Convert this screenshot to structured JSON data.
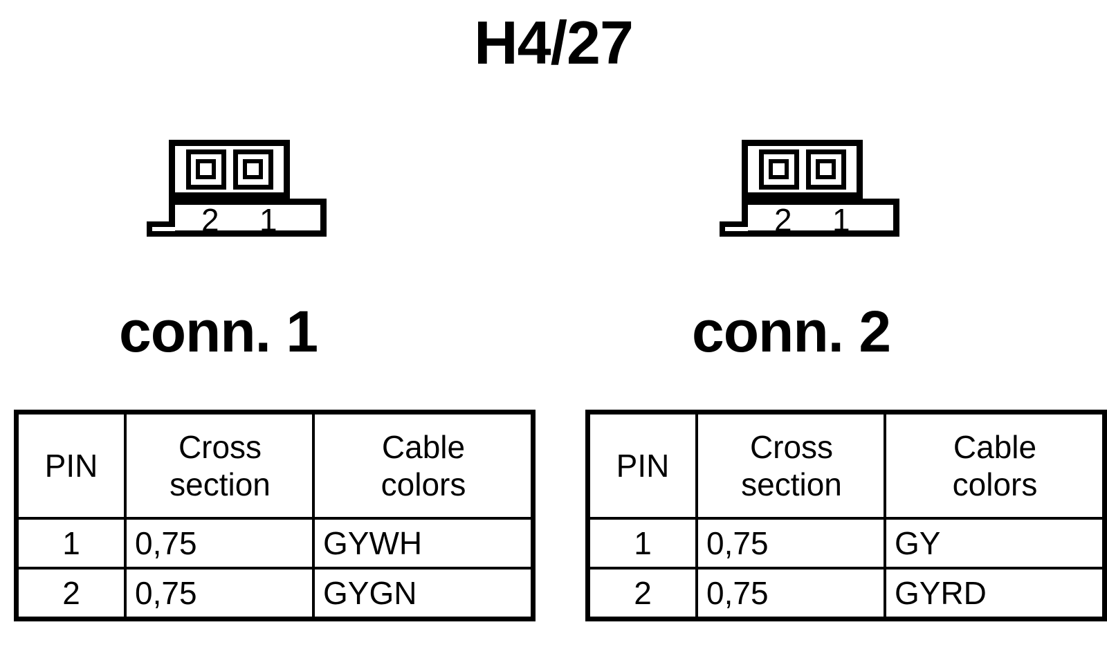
{
  "title": "H4/27",
  "connectors": [
    {
      "caption": "conn. 1",
      "symbol": {
        "pin_labels": [
          "2",
          "1"
        ],
        "cavity_count": 2
      },
      "table": {
        "headers": {
          "pin": "PIN",
          "cross_section_line1": "Cross",
          "cross_section_line2": "section",
          "cable_colors_line1": "Cable",
          "cable_colors_line2": "colors"
        },
        "rows": [
          {
            "pin": "1",
            "cross_section": "0,75",
            "cable_colors": "GYWH"
          },
          {
            "pin": "2",
            "cross_section": "0,75",
            "cable_colors": "GYGN"
          }
        ]
      }
    },
    {
      "caption": "conn. 2",
      "symbol": {
        "pin_labels": [
          "2",
          "1"
        ],
        "cavity_count": 2
      },
      "table": {
        "headers": {
          "pin": "PIN",
          "cross_section_line1": "Cross",
          "cross_section_line2": "section",
          "cable_colors_line1": "Cable",
          "cable_colors_line2": "colors"
        },
        "rows": [
          {
            "pin": "1",
            "cross_section": "0,75",
            "cable_colors": "GY"
          },
          {
            "pin": "2",
            "cross_section": "0,75",
            "cable_colors": "GYRD"
          }
        ]
      }
    }
  ],
  "colors": {
    "ink": "#000000",
    "background": "#ffffff"
  }
}
